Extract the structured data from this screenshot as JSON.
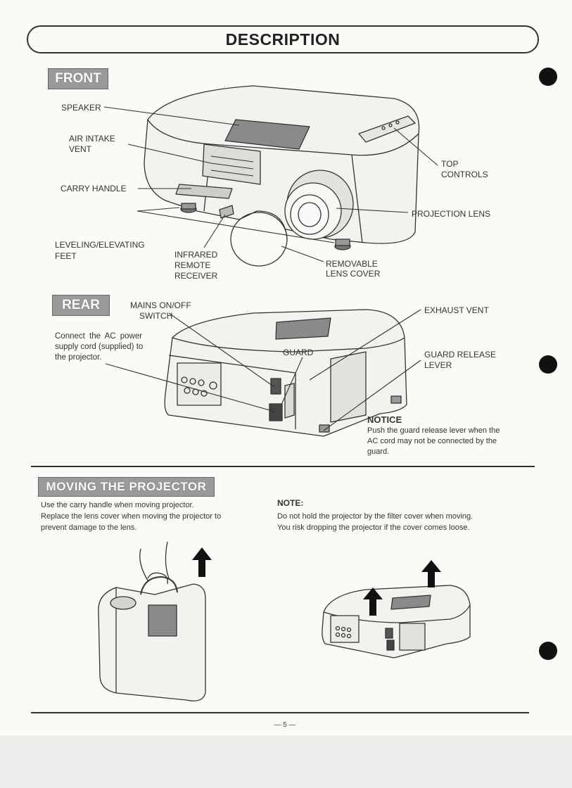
{
  "page_title": "DESCRIPTION",
  "front": {
    "heading": "FRONT",
    "labels": {
      "speaker": "SPEAKER",
      "air_intake_1": "AIR INTAKE",
      "air_intake_2": "VENT",
      "carry_handle": "CARRY HANDLE",
      "feet_1": "LEVELING/ELEVATING",
      "feet_2": "FEET",
      "infrared_1": "INFRARED",
      "infrared_2": "REMOTE",
      "infrared_3": "RECEIVER",
      "lens_cover_1": "REMOVABLE",
      "lens_cover_2": "LENS COVER",
      "projection_lens": "PROJECTION LENS",
      "top_controls_1": "TOP",
      "top_controls_2": "CONTROLS"
    }
  },
  "rear": {
    "heading": "REAR",
    "labels": {
      "mains_1": "MAINS ON/OFF",
      "mains_2": "SWITCH",
      "exhaust": "EXHAUST VENT",
      "guard": "GUARD",
      "guard_release_1": "GUARD RELEASE",
      "guard_release_2": "LEVER"
    },
    "ac_text_1": "Connect the AC power",
    "ac_text_2": "supply cord (supplied) to",
    "ac_text_3": "the projector.",
    "notice_title": "NOTICE",
    "notice_1": "Push the guard release lever when the",
    "notice_2": "AC cord may not be connected by the",
    "notice_3": "guard."
  },
  "moving": {
    "heading": "MOVING THE PROJECTOR",
    "left_1": "Use the carry handle when moving projector.",
    "left_2": "Replace the lens cover when moving the projector to",
    "left_3": "prevent damage to the lens.",
    "note_title": "NOTE:",
    "note_1": "Do not hold the projector by the filter cover when moving.",
    "note_2": "You risk dropping the projector if the cover comes loose."
  },
  "page_number": "— 5 —"
}
